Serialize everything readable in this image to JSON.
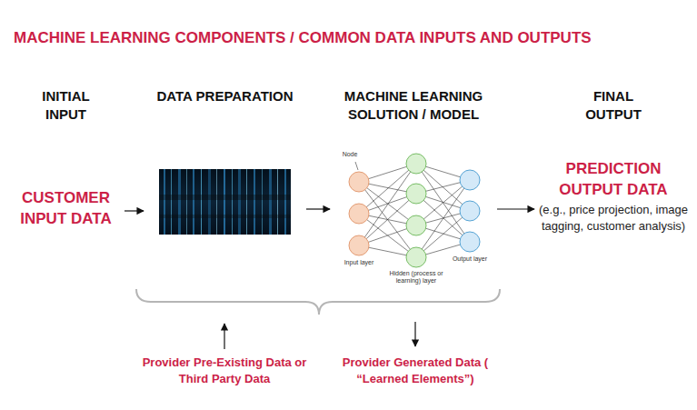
{
  "diagram": {
    "title": "MACHINE LEARNING COMPONENTS / COMMON DATA INPUTS AND OUTPUTS",
    "nodes": [
      {
        "text": [
          "INITIAL INPUT",
          "CUSTOMER INPUT DATA"
        ]
      },
      {
        "text": [
          "DATA PREPARATION"
        ]
      },
      {
        "text": [
          "MACHINE LEARNING SOLUTION / MODEL"
        ]
      },
      {
        "text": [
          "FINAL OUTPUT",
          "PREDICTION OUTPUT DATA",
          "(e.g., price projection, image tagging, customer analysis)"
        ]
      }
    ],
    "edges": [
      {
        "from": 0,
        "to": 1,
        "arrow": "to"
      },
      {
        "from": 1,
        "to": 2,
        "arrow": "to"
      },
      {
        "from": 2,
        "to": 3,
        "arrow": "to"
      }
    ],
    "labels": [
      "Node",
      "Input layer",
      "Hidden (process or learning) layer",
      "Output layer",
      "Provider Pre-Existing Data or Third Party Data",
      "Provider Generated Data ( “Learned Elements”)"
    ]
  }
}
